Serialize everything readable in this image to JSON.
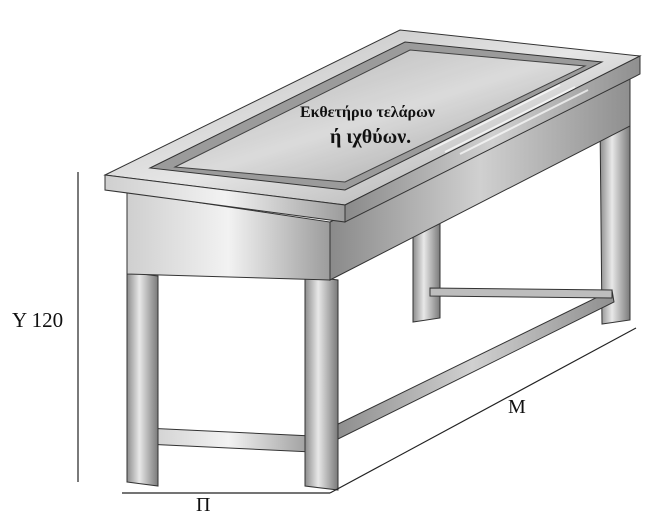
{
  "product": {
    "title_line1": "Εκθετήριο τελάρων",
    "title_line2": "ή ιχθύων."
  },
  "dimensions": {
    "height_label": "Υ 120",
    "width_label": "Π",
    "length_label": "Μ"
  },
  "colors": {
    "steel_light": "#d9d9d9",
    "steel_mid": "#a8a8a8",
    "steel_dark": "#6e6e6e",
    "outline": "#333333"
  }
}
